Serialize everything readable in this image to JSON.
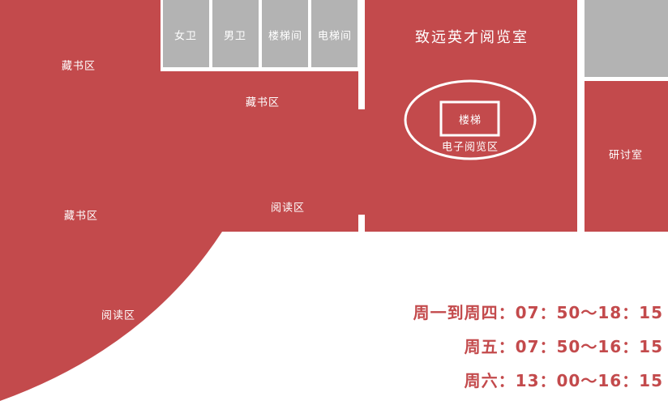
{
  "colors": {
    "red": "#c34a4c",
    "gray": "#b3b3b3",
    "white": "#ffffff"
  },
  "areas": {
    "storage_top_left": "藏书区",
    "storage_middle": "藏书区",
    "storage_left": "藏书区",
    "reading_middle": "阅读区",
    "reading_bottom": "阅读区",
    "womens_restroom": "女卫",
    "mens_restroom": "男卫",
    "stairwell": "楼梯间",
    "elevator_room": "电梯间",
    "reading_room_title": "致远英才阅览室",
    "stairs": "楼梯",
    "e_reading": "电子阅览区",
    "seminar_room": "研讨室"
  },
  "hours": {
    "mon_thu": "周一到周四：07：50～18：15",
    "fri": "周五：07：50～16：15",
    "sat": "周六：13：00～16：15"
  }
}
